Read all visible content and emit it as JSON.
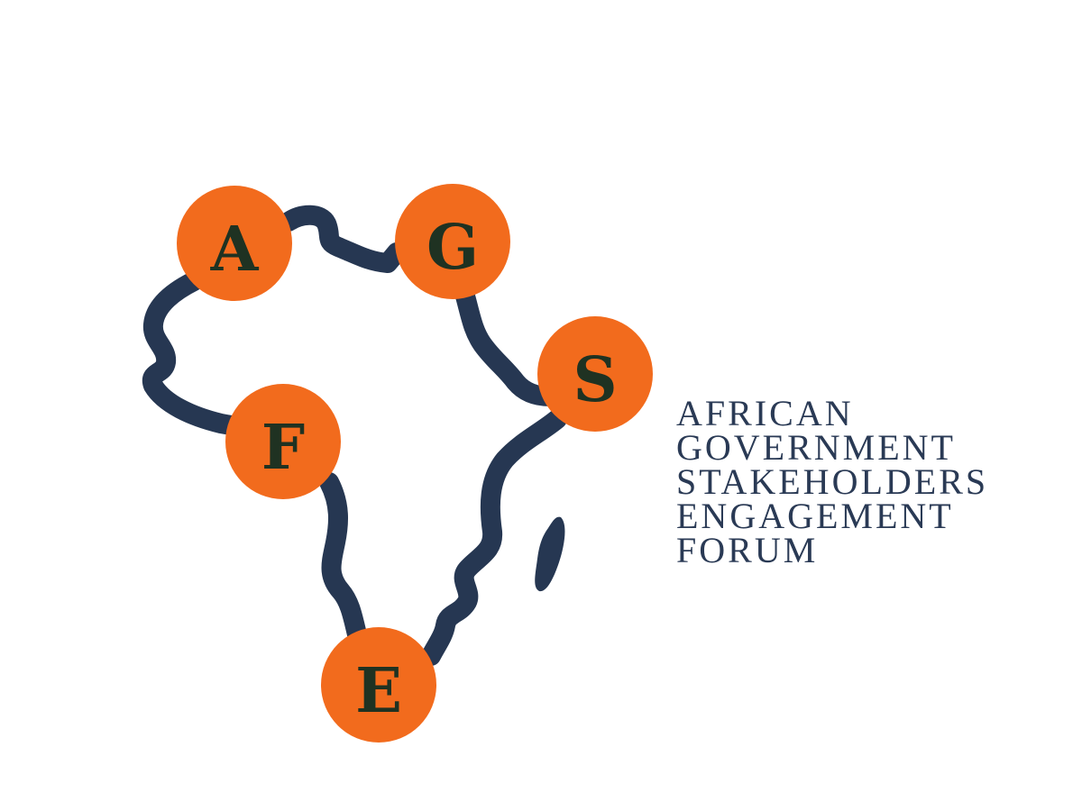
{
  "colors": {
    "outline": "#263752",
    "bubble_fill": "#f26b1d",
    "letter": "#1f3222",
    "wordmark": "#2a3a55",
    "background": "#ffffff"
  },
  "logo": {
    "bubbles": [
      {
        "id": "a",
        "letter": "A"
      },
      {
        "id": "g",
        "letter": "G"
      },
      {
        "id": "s",
        "letter": "S"
      },
      {
        "id": "f",
        "letter": "F"
      },
      {
        "id": "e",
        "letter": "E"
      }
    ],
    "wordmark_lines": [
      "AFRICAN",
      "GOVERNMENT",
      "STAKEHOLDERS",
      "ENGAGEMENT",
      "FORUM"
    ]
  }
}
